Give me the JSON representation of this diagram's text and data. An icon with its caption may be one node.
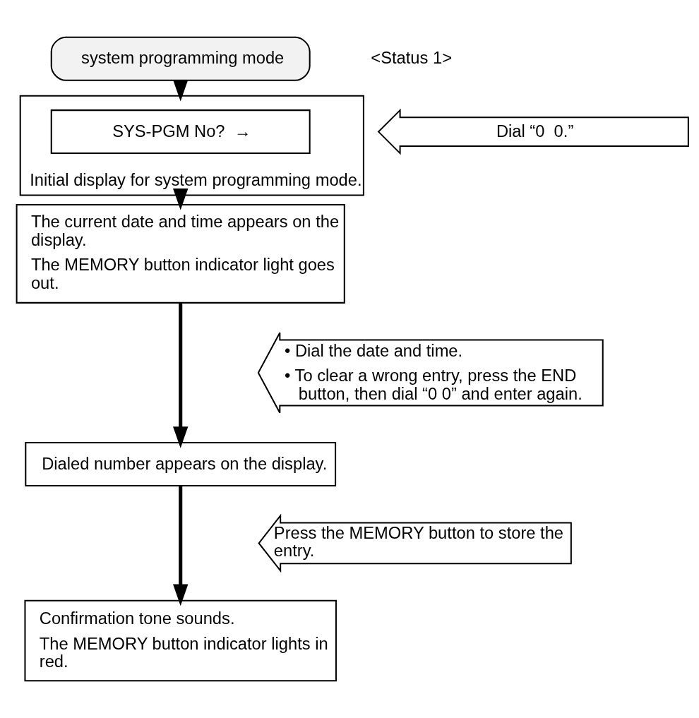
{
  "diagram": {
    "nodes": [
      {
        "text": [
          "system programming mode"
        ]
      },
      {
        "text": [
          "Initial display for system programming mode."
        ],
        "beside": [
          "<Status 1>"
        ]
      },
      {
        "text": [
          "SYS-PGM No?  →"
        ],
        "in": 1
      },
      {
        "text": [
          "The current date and time appears on the display.",
          "The MEMORY button indicator light goes out."
        ]
      },
      {
        "text": [
          "Dialed number appears on the display."
        ]
      },
      {
        "text": [
          "Confirmation tone sounds.",
          "The MEMORY button indicator lights in red."
        ]
      },
      {
        "text": [
          "Dial “0  0.”"
        ]
      },
      {
        "text": [
          "• Dial the date and time.",
          "• To clear a wrong entry, press the END button, then dial “0 0” and enter again."
        ]
      },
      {
        "text": [
          "Press the MEMORY button to store the entry."
        ]
      }
    ],
    "edges": [
      {
        "from": 0,
        "to": 1,
        "arrow": "to"
      },
      {
        "from": 1,
        "to": 3,
        "arrow": "to"
      },
      {
        "from": 3,
        "to": 4,
        "arrow": "to"
      },
      {
        "from": 4,
        "to": 5,
        "arrow": "to"
      }
    ]
  }
}
